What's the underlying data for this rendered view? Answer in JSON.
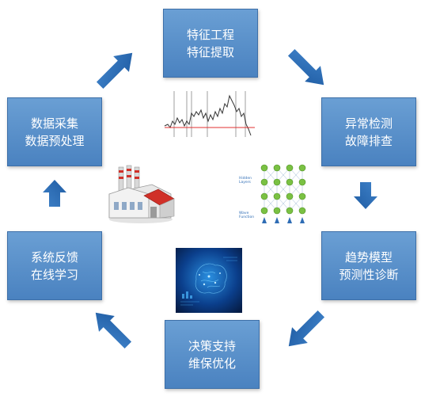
{
  "boxes": {
    "feature_engineering": {
      "line1": "特征工程",
      "line2": "特征提取"
    },
    "anomaly_detection": {
      "line1": "异常检测",
      "line2": "故障排查"
    },
    "trend_model": {
      "line1": "趋势模型",
      "line2": "预测性诊断"
    },
    "decision_support": {
      "line1": "决策支持",
      "line2": "维保优化"
    },
    "system_feedback": {
      "line1": "系统反馈",
      "line2": "在线学习"
    },
    "data_collection": {
      "line1": "数据采集",
      "line2": "数据预处理"
    }
  },
  "neural_net": {
    "top_label": "Hidden\nLayers",
    "bottom_label": "Wave\nFunction"
  },
  "colors": {
    "box_blue": "#4a82c0",
    "arrow_blue": "#2f6db5",
    "chart_line": "#333333",
    "chart_threshold": "#e03030",
    "factory_red": "#d03028",
    "nn_green": "#7ac143"
  },
  "icons": [
    "factory-icon",
    "line-chart-thumbnail",
    "neural-network-thumbnail",
    "ai-brain-thumbnail"
  ]
}
